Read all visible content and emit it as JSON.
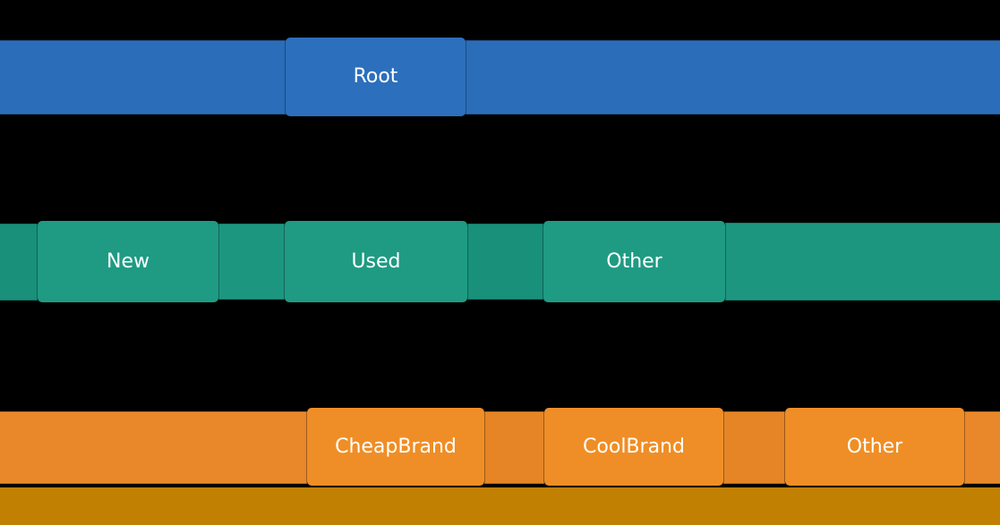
{
  "figure": {
    "background": "#000000",
    "colors": {
      "level1": "#2b6db8",
      "level2_node": "#1f9b83",
      "level2_bar": "#1d9680",
      "level2_dark": "#18907a",
      "level3_node": "#ef8e26",
      "level3_bar": "#e9882a",
      "bottom_strip": "#c18002",
      "label_text": "#ffffff"
    },
    "levels": [
      {
        "id": "level-1",
        "nodes": [
          {
            "label": "Root"
          }
        ]
      },
      {
        "id": "level-2",
        "nodes": [
          {
            "label": "New"
          },
          {
            "label": "Used"
          },
          {
            "label": "Other"
          }
        ]
      },
      {
        "id": "level-3",
        "nodes": [
          {
            "label": "CheapBrand"
          },
          {
            "label": "CoolBrand"
          },
          {
            "label": "Other"
          }
        ]
      }
    ]
  }
}
